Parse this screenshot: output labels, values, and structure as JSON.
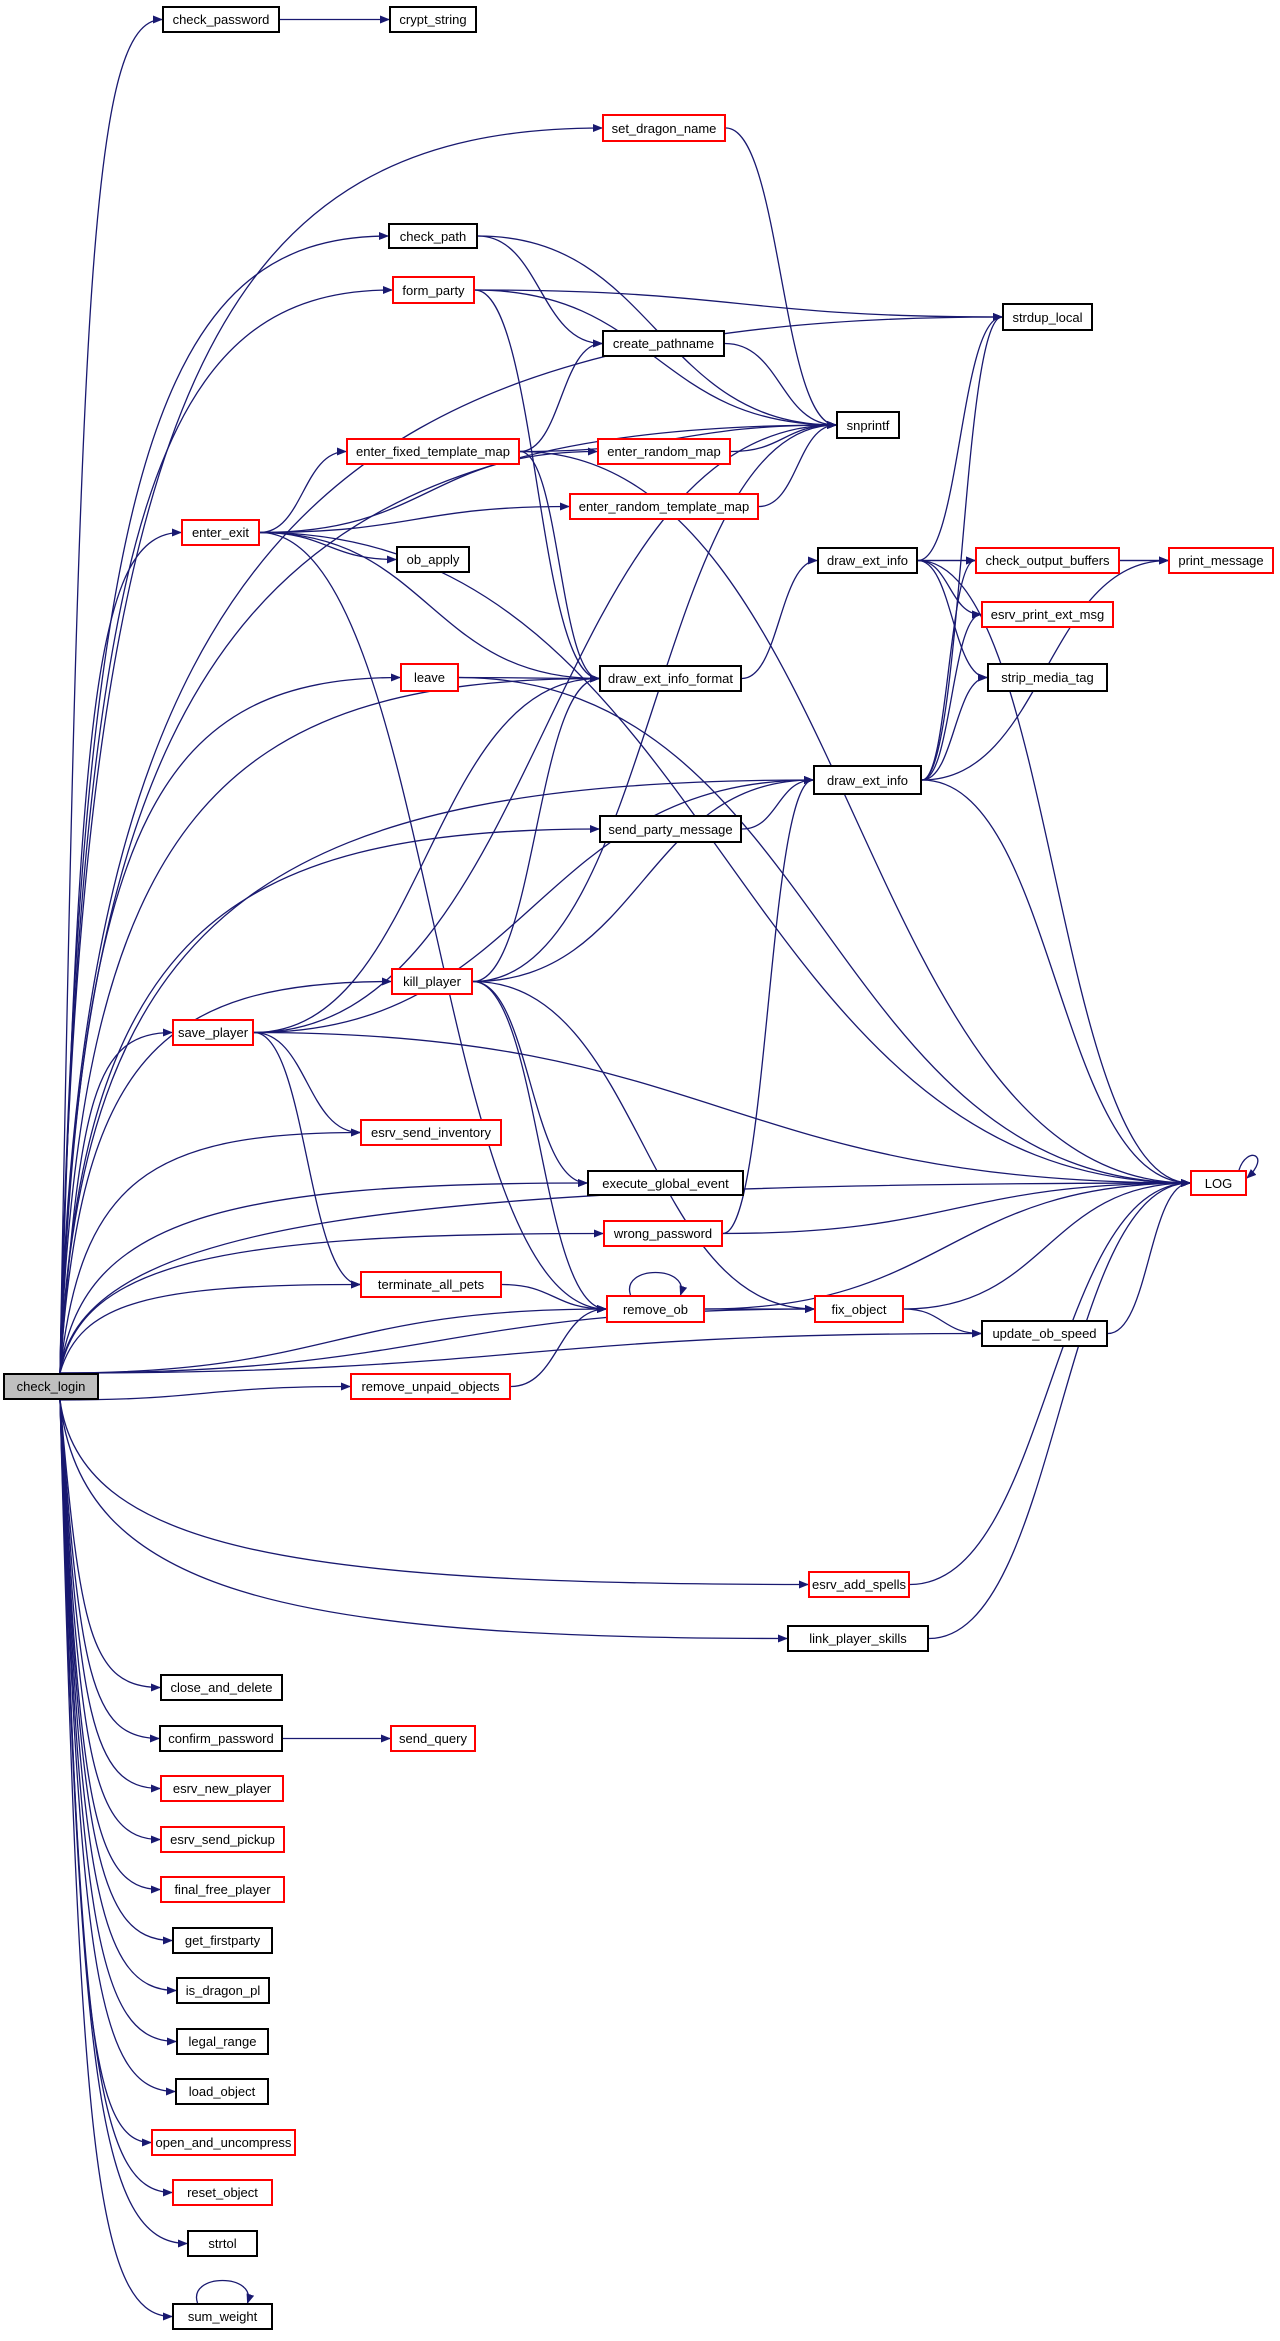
{
  "title": "check_login call graph",
  "colors": {
    "edge": "#191970",
    "node_border_ok": "#000000",
    "node_border_truncated": "#ff0000",
    "root_fill": "#bfbfbf"
  },
  "nodes": [
    {
      "id": "check_login",
      "label": "check_login",
      "style": "grey"
    },
    {
      "id": "check_password",
      "label": "check_password",
      "style": "black"
    },
    {
      "id": "crypt_string",
      "label": "crypt_string",
      "style": "black"
    },
    {
      "id": "set_dragon_name",
      "label": "set_dragon_name",
      "style": "red"
    },
    {
      "id": "check_path",
      "label": "check_path",
      "style": "black"
    },
    {
      "id": "form_party",
      "label": "form_party",
      "style": "red"
    },
    {
      "id": "create_pathname",
      "label": "create_pathname",
      "style": "black"
    },
    {
      "id": "strdup_local",
      "label": "strdup_local",
      "style": "black"
    },
    {
      "id": "enter_fixed_template_map",
      "label": "enter_fixed_template_map",
      "style": "red"
    },
    {
      "id": "enter_random_map",
      "label": "enter_random_map",
      "style": "red"
    },
    {
      "id": "snprintf",
      "label": "snprintf",
      "style": "black"
    },
    {
      "id": "enter_random_template_map",
      "label": "enter_random_template_map",
      "style": "red"
    },
    {
      "id": "enter_exit",
      "label": "enter_exit",
      "style": "red"
    },
    {
      "id": "ob_apply",
      "label": "ob_apply",
      "style": "black"
    },
    {
      "id": "draw_ext_info_a",
      "label": "draw_ext_info",
      "style": "black"
    },
    {
      "id": "check_output_buffers",
      "label": "check_output_buffers",
      "style": "red"
    },
    {
      "id": "print_message",
      "label": "print_message",
      "style": "red"
    },
    {
      "id": "esrv_print_ext_msg",
      "label": "esrv_print_ext_msg",
      "style": "red"
    },
    {
      "id": "leave",
      "label": "leave",
      "style": "red"
    },
    {
      "id": "draw_ext_info_format",
      "label": "draw_ext_info_format",
      "style": "black"
    },
    {
      "id": "strip_media_tag",
      "label": "strip_media_tag",
      "style": "black"
    },
    {
      "id": "draw_ext_info_b",
      "label": "draw_ext_info",
      "style": "black"
    },
    {
      "id": "send_party_message",
      "label": "send_party_message",
      "style": "black"
    },
    {
      "id": "kill_player",
      "label": "kill_player",
      "style": "red"
    },
    {
      "id": "save_player",
      "label": "save_player",
      "style": "red"
    },
    {
      "id": "esrv_send_inventory",
      "label": "esrv_send_inventory",
      "style": "red"
    },
    {
      "id": "execute_global_event",
      "label": "execute_global_event",
      "style": "black"
    },
    {
      "id": "LOG",
      "label": "LOG",
      "style": "red"
    },
    {
      "id": "wrong_password",
      "label": "wrong_password",
      "style": "red"
    },
    {
      "id": "terminate_all_pets",
      "label": "terminate_all_pets",
      "style": "red"
    },
    {
      "id": "remove_ob",
      "label": "remove_ob",
      "style": "red"
    },
    {
      "id": "fix_object",
      "label": "fix_object",
      "style": "red"
    },
    {
      "id": "update_ob_speed",
      "label": "update_ob_speed",
      "style": "black"
    },
    {
      "id": "remove_unpaid_objects",
      "label": "remove_unpaid_objects",
      "style": "red"
    },
    {
      "id": "esrv_add_spells",
      "label": "esrv_add_spells",
      "style": "red"
    },
    {
      "id": "link_player_skills",
      "label": "link_player_skills",
      "style": "black"
    },
    {
      "id": "close_and_delete",
      "label": "close_and_delete",
      "style": "black"
    },
    {
      "id": "confirm_password",
      "label": "confirm_password",
      "style": "black"
    },
    {
      "id": "send_query",
      "label": "send_query",
      "style": "red"
    },
    {
      "id": "esrv_new_player",
      "label": "esrv_new_player",
      "style": "red"
    },
    {
      "id": "esrv_send_pickup",
      "label": "esrv_send_pickup",
      "style": "red"
    },
    {
      "id": "final_free_player",
      "label": "final_free_player",
      "style": "red"
    },
    {
      "id": "get_firstparty",
      "label": "get_firstparty",
      "style": "black"
    },
    {
      "id": "is_dragon_pl",
      "label": "is_dragon_pl",
      "style": "black"
    },
    {
      "id": "legal_range",
      "label": "legal_range",
      "style": "black"
    },
    {
      "id": "load_object",
      "label": "load_object",
      "style": "black"
    },
    {
      "id": "open_and_uncompress",
      "label": "open_and_uncompress",
      "style": "red"
    },
    {
      "id": "reset_object",
      "label": "reset_object",
      "style": "red"
    },
    {
      "id": "strtol",
      "label": "strtol",
      "style": "black"
    },
    {
      "id": "sum_weight",
      "label": "sum_weight",
      "style": "black"
    }
  ],
  "edges": [
    [
      "check_login",
      "check_password"
    ],
    [
      "check_login",
      "strdup_local"
    ],
    [
      "check_login",
      "set_dragon_name"
    ],
    [
      "check_login",
      "snprintf"
    ],
    [
      "check_login",
      "check_path"
    ],
    [
      "check_login",
      "form_party"
    ],
    [
      "check_login",
      "enter_exit"
    ],
    [
      "check_login",
      "draw_ext_info_format"
    ],
    [
      "check_login",
      "leave"
    ],
    [
      "check_login",
      "draw_ext_info_b"
    ],
    [
      "check_login",
      "send_party_message"
    ],
    [
      "check_login",
      "kill_player"
    ],
    [
      "check_login",
      "save_player"
    ],
    [
      "check_login",
      "esrv_send_inventory"
    ],
    [
      "check_login",
      "execute_global_event"
    ],
    [
      "check_login",
      "wrong_password"
    ],
    [
      "check_login",
      "terminate_all_pets"
    ],
    [
      "check_login",
      "remove_ob"
    ],
    [
      "check_login",
      "remove_unpaid_objects"
    ],
    [
      "check_login",
      "fix_object"
    ],
    [
      "check_login",
      "update_ob_speed"
    ],
    [
      "check_login",
      "LOG"
    ],
    [
      "check_login",
      "esrv_add_spells"
    ],
    [
      "check_login",
      "link_player_skills"
    ],
    [
      "check_login",
      "close_and_delete"
    ],
    [
      "check_login",
      "confirm_password"
    ],
    [
      "check_login",
      "esrv_new_player"
    ],
    [
      "check_login",
      "esrv_send_pickup"
    ],
    [
      "check_login",
      "final_free_player"
    ],
    [
      "check_login",
      "get_firstparty"
    ],
    [
      "check_login",
      "is_dragon_pl"
    ],
    [
      "check_login",
      "legal_range"
    ],
    [
      "check_login",
      "load_object"
    ],
    [
      "check_login",
      "open_and_uncompress"
    ],
    [
      "check_login",
      "reset_object"
    ],
    [
      "check_login",
      "strtol"
    ],
    [
      "check_login",
      "sum_weight"
    ],
    [
      "check_password",
      "crypt_string"
    ],
    [
      "set_dragon_name",
      "snprintf"
    ],
    [
      "check_path",
      "snprintf"
    ],
    [
      "check_path",
      "create_pathname"
    ],
    [
      "form_party",
      "strdup_local"
    ],
    [
      "form_party",
      "snprintf"
    ],
    [
      "form_party",
      "draw_ext_info_format"
    ],
    [
      "create_pathname",
      "snprintf"
    ],
    [
      "enter_exit",
      "enter_fixed_template_map"
    ],
    [
      "enter_exit",
      "enter_random_map"
    ],
    [
      "enter_exit",
      "enter_random_template_map"
    ],
    [
      "enter_exit",
      "ob_apply"
    ],
    [
      "enter_exit",
      "draw_ext_info_format"
    ],
    [
      "enter_exit",
      "LOG"
    ],
    [
      "enter_exit",
      "remove_ob"
    ],
    [
      "enter_fixed_template_map",
      "create_pathname"
    ],
    [
      "enter_fixed_template_map",
      "snprintf"
    ],
    [
      "enter_fixed_template_map",
      "draw_ext_info_format"
    ],
    [
      "enter_fixed_template_map",
      "LOG"
    ],
    [
      "enter_random_map",
      "snprintf"
    ],
    [
      "enter_random_template_map",
      "snprintf"
    ],
    [
      "draw_ext_info_format",
      "draw_ext_info_a"
    ],
    [
      "draw_ext_info_a",
      "strdup_local"
    ],
    [
      "draw_ext_info_a",
      "check_output_buffers"
    ],
    [
      "draw_ext_info_a",
      "esrv_print_ext_msg"
    ],
    [
      "draw_ext_info_a",
      "strip_media_tag"
    ],
    [
      "draw_ext_info_a",
      "print_message"
    ],
    [
      "draw_ext_info_a",
      "LOG"
    ],
    [
      "check_output_buffers",
      "print_message"
    ],
    [
      "leave",
      "draw_ext_info_format"
    ],
    [
      "leave",
      "LOG"
    ],
    [
      "draw_ext_info_b",
      "strdup_local"
    ],
    [
      "draw_ext_info_b",
      "check_output_buffers"
    ],
    [
      "draw_ext_info_b",
      "esrv_print_ext_msg"
    ],
    [
      "draw_ext_info_b",
      "strip_media_tag"
    ],
    [
      "draw_ext_info_b",
      "print_message"
    ],
    [
      "draw_ext_info_b",
      "LOG"
    ],
    [
      "send_party_message",
      "draw_ext_info_b"
    ],
    [
      "kill_player",
      "draw_ext_info_format"
    ],
    [
      "kill_player",
      "draw_ext_info_b"
    ],
    [
      "kill_player",
      "snprintf"
    ],
    [
      "kill_player",
      "execute_global_event"
    ],
    [
      "kill_player",
      "remove_ob"
    ],
    [
      "kill_player",
      "fix_object"
    ],
    [
      "save_player",
      "snprintf"
    ],
    [
      "save_player",
      "draw_ext_info_format"
    ],
    [
      "save_player",
      "draw_ext_info_b"
    ],
    [
      "save_player",
      "esrv_send_inventory"
    ],
    [
      "save_player",
      "terminate_all_pets"
    ],
    [
      "save_player",
      "LOG"
    ],
    [
      "wrong_password",
      "draw_ext_info_b"
    ],
    [
      "wrong_password",
      "LOG"
    ],
    [
      "terminate_all_pets",
      "remove_ob"
    ],
    [
      "remove_ob",
      "remove_ob"
    ],
    [
      "remove_ob",
      "fix_object"
    ],
    [
      "remove_ob",
      "LOG"
    ],
    [
      "fix_object",
      "LOG"
    ],
    [
      "fix_object",
      "update_ob_speed"
    ],
    [
      "update_ob_speed",
      "LOG"
    ],
    [
      "remove_unpaid_objects",
      "remove_ob"
    ],
    [
      "esrv_add_spells",
      "LOG"
    ],
    [
      "link_player_skills",
      "LOG"
    ],
    [
      "LOG",
      "LOG"
    ],
    [
      "confirm_password",
      "send_query"
    ],
    [
      "sum_weight",
      "sum_weight"
    ]
  ]
}
